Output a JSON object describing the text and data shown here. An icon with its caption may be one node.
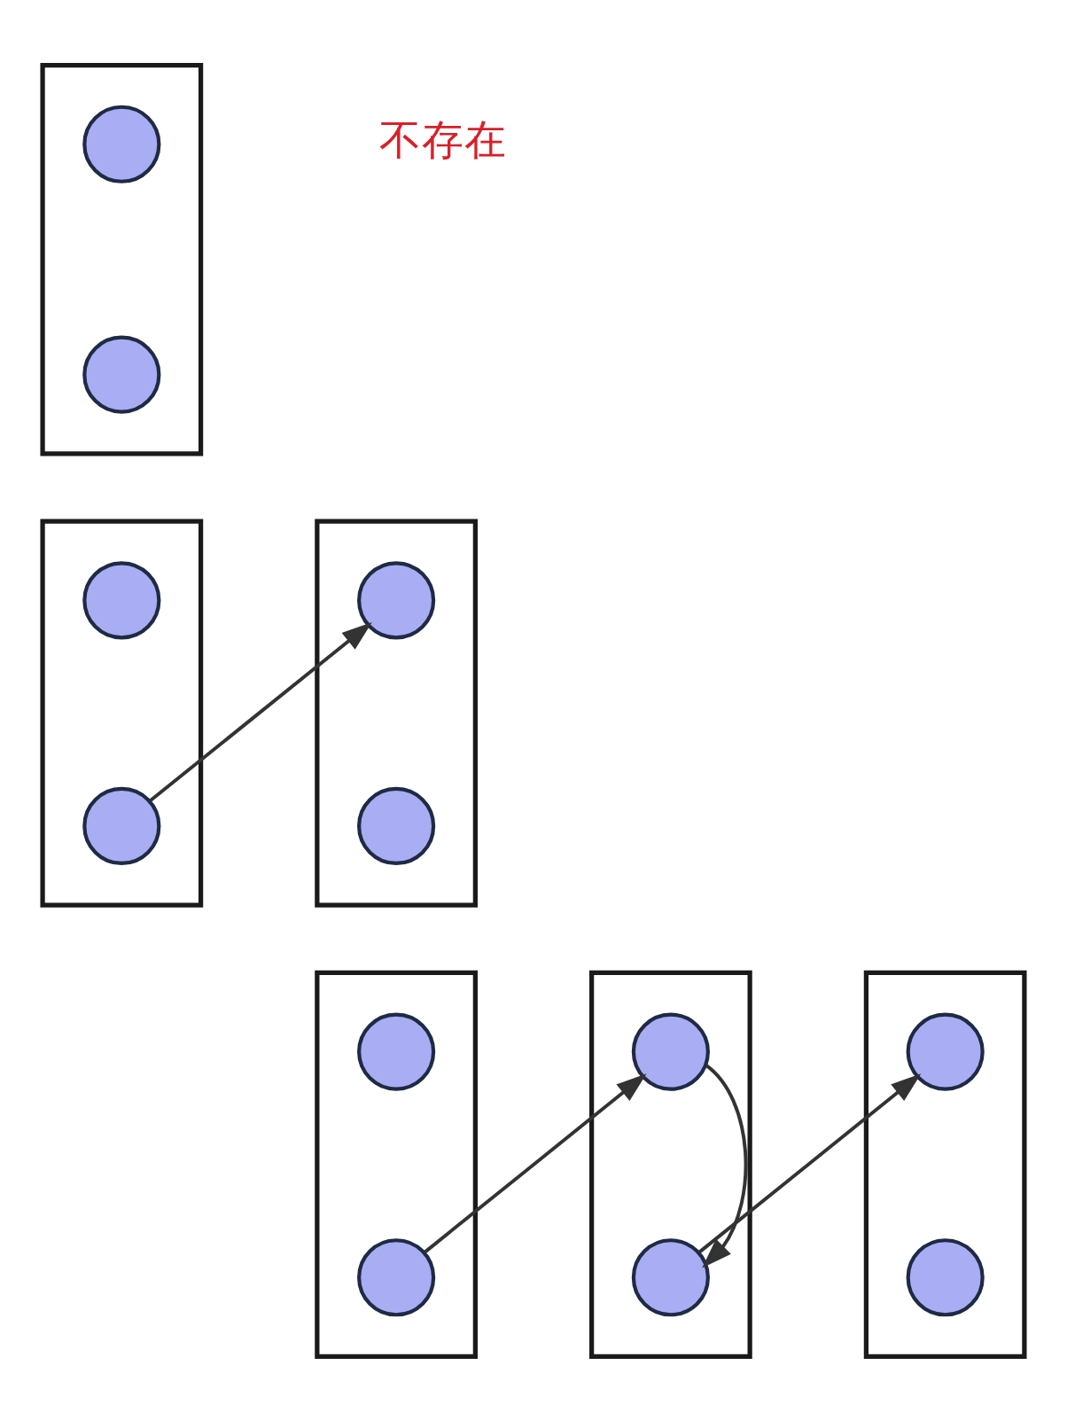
{
  "diagram": {
    "nodes": [
      {
        "text": [],
        "shape": "box"
      },
      {
        "text": [],
        "shape": "circle",
        "in": 0
      },
      {
        "text": [],
        "shape": "circle",
        "in": 0
      },
      {
        "text": [],
        "shape": "box"
      },
      {
        "text": [],
        "shape": "circle",
        "in": 3
      },
      {
        "text": [],
        "shape": "circle",
        "in": 3
      },
      {
        "text": [],
        "shape": "box"
      },
      {
        "text": [],
        "shape": "circle",
        "in": 6
      },
      {
        "text": [],
        "shape": "circle",
        "in": 6
      },
      {
        "text": [],
        "shape": "box"
      },
      {
        "text": [],
        "shape": "circle",
        "in": 9
      },
      {
        "text": [],
        "shape": "circle",
        "in": 9
      },
      {
        "text": [],
        "shape": "box"
      },
      {
        "text": [],
        "shape": "circle",
        "in": 12
      },
      {
        "text": [],
        "shape": "circle",
        "in": 12
      },
      {
        "text": [],
        "shape": "box"
      },
      {
        "text": [],
        "shape": "circle",
        "in": 15
      },
      {
        "text": [],
        "shape": "circle",
        "in": 15
      }
    ],
    "edges": [
      {
        "from": 5,
        "to": 7,
        "arrow": "to"
      },
      {
        "from": 11,
        "to": 13,
        "arrow": "to"
      },
      {
        "from": 13,
        "to": 14,
        "arrow": "to"
      },
      {
        "from": 14,
        "to": 16,
        "arrow": "to"
      }
    ],
    "labels": [
      "不存在"
    ]
  }
}
